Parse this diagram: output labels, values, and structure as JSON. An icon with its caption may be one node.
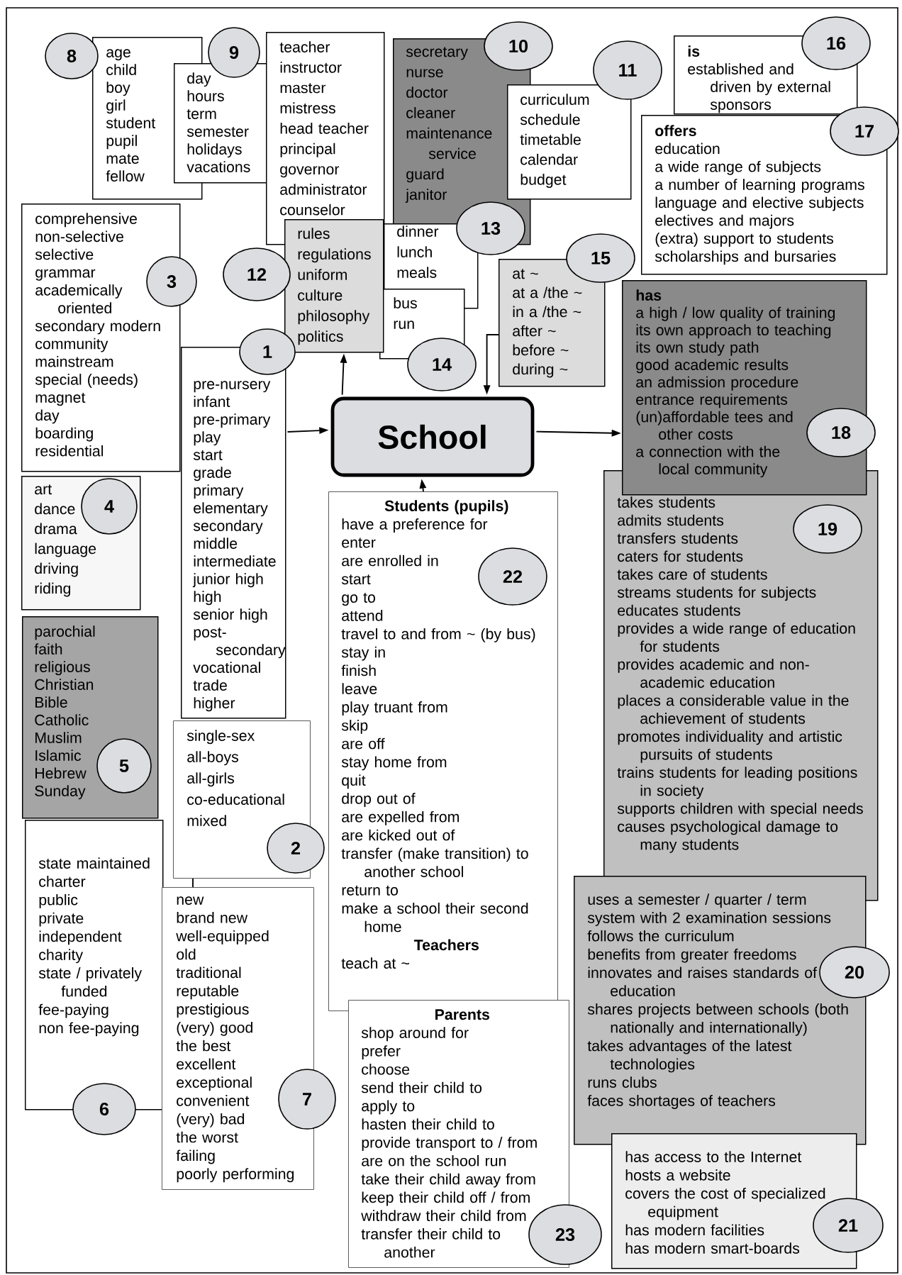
{
  "diagram": {
    "nodes": [
      {
        "text": [
          "age",
          "child",
          "boy",
          "girl",
          "student",
          "pupil",
          "mate",
          "fellow"
        ]
      },
      {
        "text": [
          "8"
        ]
      },
      {
        "text": [
          "day",
          "hours",
          "term",
          "semester",
          "holidays",
          "vacations"
        ]
      },
      {
        "text": [
          "9"
        ]
      },
      {
        "text": [
          "teacher",
          "instructor",
          "master",
          "mistress",
          "head teacher",
          "principal",
          "governor",
          "administrator",
          "counselor"
        ]
      },
      {
        "text": [
          "secretary",
          "nurse",
          "doctor",
          "cleaner",
          "maintenance service",
          "guard",
          "janitor"
        ]
      },
      {
        "text": [
          "10"
        ]
      },
      {
        "text": [
          "curriculum",
          "schedule",
          "timetable",
          "calendar",
          "budget"
        ]
      },
      {
        "text": [
          "11"
        ]
      },
      {
        "text": [
          "is",
          "established and driven by external sponsors"
        ]
      },
      {
        "text": [
          "16"
        ]
      },
      {
        "text": [
          "offers",
          "education",
          "a wide range of subjects",
          "a number of learning programs",
          "language and elective subjects",
          "electives and majors",
          "(extra) support to students",
          "scholarships and bursaries"
        ]
      },
      {
        "text": [
          "17"
        ]
      },
      {
        "text": [
          "comprehensive",
          "non-selective",
          "selective",
          "grammar",
          "academically oriented",
          "secondary modern",
          "community",
          "mainstream",
          "special (needs)",
          "magnet",
          "day",
          "boarding",
          "residential"
        ]
      },
      {
        "text": [
          "3"
        ]
      },
      {
        "text": [
          "rules",
          "regulations",
          "uniform",
          "culture",
          "philosophy",
          "politics"
        ]
      },
      {
        "text": [
          "12"
        ]
      },
      {
        "text": [
          "dinner",
          "lunch",
          "meals"
        ]
      },
      {
        "text": [
          "13"
        ]
      },
      {
        "text": [
          "bus",
          "run"
        ]
      },
      {
        "text": [
          "14"
        ]
      },
      {
        "text": [
          "at ~",
          "at a /the ~",
          "in a /the ~",
          "after ~",
          "before ~",
          "during ~"
        ]
      },
      {
        "text": [
          "15"
        ]
      },
      {
        "text": [
          "has",
          "a high / low quality of training",
          "its own approach to teaching",
          "its own study path",
          "good academic results",
          "an admission procedure",
          "entrance requirements",
          "(un)affordable tees and other costs",
          "a connection with the local community"
        ]
      },
      {
        "text": [
          "18"
        ]
      },
      {
        "text": [
          "pre-nursery",
          "infant",
          "pre-primary",
          "play",
          "start",
          "grade",
          "primary",
          "elementary",
          "secondary",
          "middle",
          "intermediate",
          "junior high",
          "high",
          "senior high",
          "post-secondary",
          "vocational",
          "trade",
          "higher"
        ]
      },
      {
        "text": [
          "1"
        ]
      },
      {
        "text": [
          "School"
        ]
      },
      {
        "text": [
          "art",
          "dance",
          "drama",
          "language",
          "driving",
          "riding"
        ]
      },
      {
        "text": [
          "4"
        ],
        "in": 28
      },
      {
        "text": [
          "Students (pupils)",
          "have a preference for",
          "enter",
          "are enrolled in",
          "start",
          "go to",
          "attend",
          "travel to and from ~ (by bus)",
          "stay in",
          "finish",
          "leave",
          "play truant from",
          "skip",
          "are off",
          "stay home from",
          "quit",
          "drop out of",
          "are expelled from",
          "are kicked out of",
          "transfer (make transition) to another school",
          "return to",
          "make a school their second home",
          "Teachers",
          "teach at ~"
        ]
      },
      {
        "text": [
          "22"
        ],
        "in": 30
      },
      {
        "text": [
          "takes students",
          "admits students",
          "transfers students",
          "caters for students",
          "takes care of students",
          "streams students for subjects",
          "educates students",
          "provides a wide range of education for students",
          "provides academic and non-academic education",
          "places a considerable value in the achievement of students",
          "promotes individuality and artistic pursuits of students",
          "trains students for leading positions in society",
          "supports children with special needs",
          "causes psychological damage to many students"
        ]
      },
      {
        "text": [
          "19"
        ],
        "in": 32
      },
      {
        "text": [
          "parochial",
          "faith",
          "religious",
          "Christian",
          "Bible",
          "Catholic",
          "Muslim",
          "Islamic",
          "Hebrew",
          "Sunday"
        ]
      },
      {
        "text": [
          "5"
        ],
        "in": 34
      },
      {
        "text": [
          "single-sex",
          "all-boys",
          "all-girls",
          "co-educational",
          "mixed"
        ]
      },
      {
        "text": [
          "2"
        ]
      },
      {
        "text": [
          "state maintained",
          "charter",
          "public",
          "private",
          "independent",
          "charity",
          "state / privately funded",
          "fee-paying",
          "non fee-paying"
        ]
      },
      {
        "text": [
          "6"
        ]
      },
      {
        "text": [
          "new",
          "brand new",
          "well-equipped",
          "old",
          "traditional",
          "reputable",
          "prestigious",
          "(very) good",
          "the best",
          "excellent",
          "exceptional",
          "convenient",
          "(very) bad",
          "the worst",
          "failing",
          "poorly performing"
        ]
      },
      {
        "text": [
          "7"
        ]
      },
      {
        "text": [
          "uses a semester / quarter / term system with 2 examination sessions",
          "follows the curriculum",
          "benefits from greater freedoms",
          "innovates and raises standards of education",
          "shares projects between schools (both nationally and internationally)",
          "takes advantages of the latest technologies",
          "runs clubs",
          "faces shortages of teachers"
        ]
      },
      {
        "text": [
          "20"
        ]
      },
      {
        "text": [
          "Parents",
          "shop around for",
          "prefer",
          "choose",
          "send their child to",
          "apply to",
          "hasten their child to",
          "provide transport to / from",
          "are on the school run",
          "take their child away from",
          "keep their child off / from",
          "withdraw their child from",
          "transfer their child to another"
        ]
      },
      {
        "text": [
          "23"
        ]
      },
      {
        "text": [
          "has access to the Internet",
          "hosts a website",
          "covers the cost of specialized equipment",
          "has modern facilities",
          "has modern smart-boards"
        ]
      },
      {
        "text": [
          "21"
        ]
      }
    ],
    "edges": [
      {
        "from": 25,
        "to": 27,
        "arrow": "to"
      },
      {
        "from": 27,
        "to": 23,
        "arrow": "to"
      },
      {
        "from": 30,
        "to": 27,
        "arrow": "to"
      },
      {
        "from": 27,
        "to": 15,
        "arrow": "to"
      },
      {
        "from": 21,
        "to": 27,
        "arrow": "to"
      },
      {
        "from": 36,
        "to": 40,
        "arrow": "none"
      }
    ]
  }
}
